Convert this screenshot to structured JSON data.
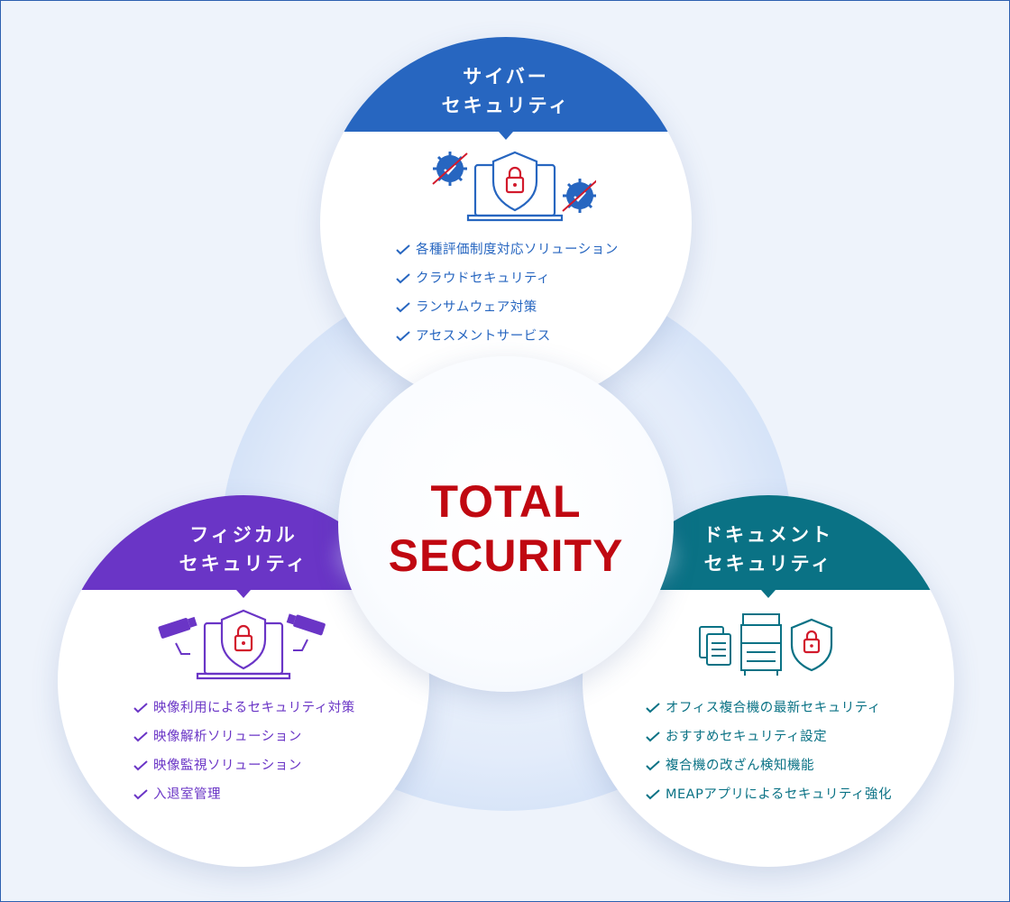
{
  "center": {
    "line1": "TOTAL",
    "line2": "SECURITY"
  },
  "colors": {
    "cyber": "#2766c0",
    "physical": "#6a35c6",
    "document": "#0a7285",
    "center_text": "#c00811",
    "lock": "#d21a2c"
  },
  "cyber": {
    "title_line1": "サイバー",
    "title_line2": "セキュリティ",
    "icon": "laptop-shield-lock-icon",
    "items": [
      "各種評価制度対応ソリューション",
      "クラウドセキュリティ",
      "ランサムウェア対策",
      "アセスメントサービス"
    ]
  },
  "physical": {
    "title_line1": "フィジカル",
    "title_line2": "セキュリティ",
    "icon": "camera-laptop-lock-icon",
    "items": [
      "映像利用によるセキュリティ対策",
      "映像解析ソリューション",
      "映像監視ソリューション",
      "入退室管理"
    ]
  },
  "document": {
    "title_line1": "ドキュメント",
    "title_line2": "セキュリティ",
    "icon": "document-printer-shield-icon",
    "items": [
      "オフィス複合機の最新セキュリティ",
      "おすすめセキュリティ設定",
      "複合機の改ざん検知機能",
      "MEAPアプリによるセキュリティ強化"
    ]
  }
}
